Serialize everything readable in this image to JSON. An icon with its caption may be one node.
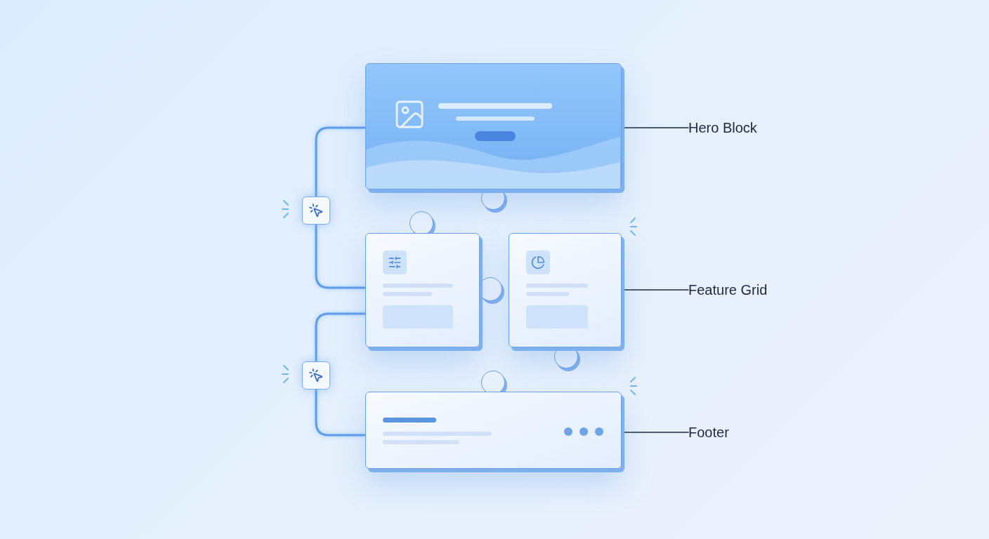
{
  "diagram": {
    "nodes": [
      {
        "text": [],
        "shape": "box"
      },
      {
        "text": [
          "Hero Block"
        ]
      },
      {
        "text": [],
        "shape": "box"
      },
      {
        "text": [],
        "shape": "box"
      },
      {
        "text": [],
        "shape": "box"
      },
      {
        "text": [
          "Feature Grid"
        ]
      },
      {
        "text": [],
        "shape": "box"
      },
      {
        "text": [],
        "shape": "box"
      },
      {
        "text": [
          "Footer"
        ]
      }
    ],
    "edges": [
      {
        "from": 1,
        "to": 0,
        "arrow": "none",
        "color": "#1b2742"
      },
      {
        "from": 0,
        "to": 2,
        "arrow": "none"
      },
      {
        "from": 2,
        "to": 3,
        "arrow": "none"
      },
      {
        "from": 3,
        "to": 6,
        "arrow": "none"
      },
      {
        "from": 6,
        "to": 7,
        "arrow": "none"
      },
      {
        "from": 5,
        "to": 4,
        "arrow": "none",
        "color": "#1b2742"
      },
      {
        "from": 8,
        "to": 7,
        "arrow": "none",
        "color": "#1b2742"
      }
    ]
  }
}
